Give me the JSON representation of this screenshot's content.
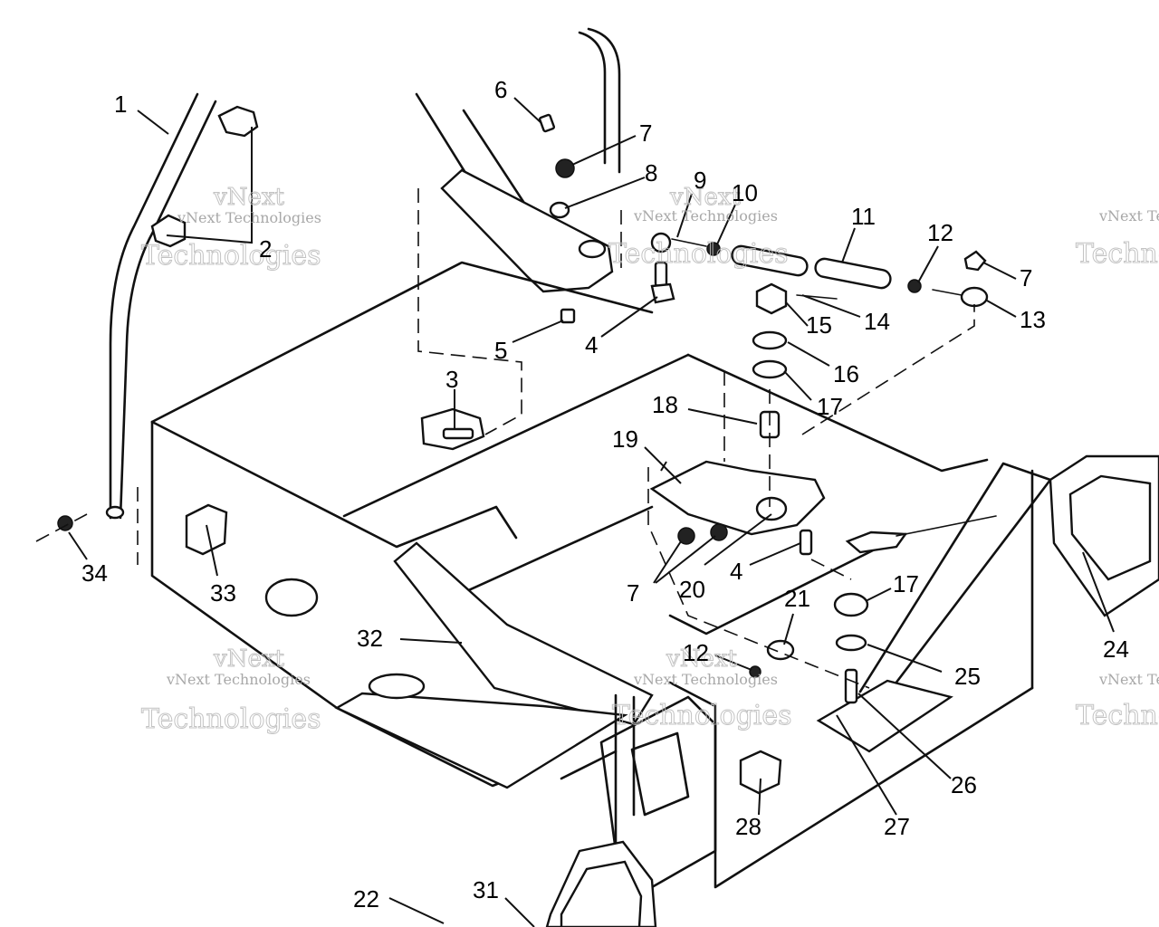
{
  "callouts": [
    {
      "id": "c1",
      "text": "1"
    },
    {
      "id": "c2",
      "text": "2"
    },
    {
      "id": "c3",
      "text": "3"
    },
    {
      "id": "c4a",
      "text": "4"
    },
    {
      "id": "c4b",
      "text": "4"
    },
    {
      "id": "c5",
      "text": "5"
    },
    {
      "id": "c6",
      "text": "6"
    },
    {
      "id": "c7a",
      "text": "7"
    },
    {
      "id": "c7b",
      "text": "7"
    },
    {
      "id": "c7c",
      "text": "7"
    },
    {
      "id": "c8",
      "text": "8"
    },
    {
      "id": "c9",
      "text": "9"
    },
    {
      "id": "c10",
      "text": "10"
    },
    {
      "id": "c11",
      "text": "11"
    },
    {
      "id": "c12a",
      "text": "12"
    },
    {
      "id": "c12b",
      "text": "12"
    },
    {
      "id": "c13",
      "text": "13"
    },
    {
      "id": "c14",
      "text": "14"
    },
    {
      "id": "c15",
      "text": "15"
    },
    {
      "id": "c16",
      "text": "16"
    },
    {
      "id": "c17a",
      "text": "17"
    },
    {
      "id": "c17b",
      "text": "17"
    },
    {
      "id": "c18",
      "text": "18"
    },
    {
      "id": "c19",
      "text": "19"
    },
    {
      "id": "c20",
      "text": "20"
    },
    {
      "id": "c21",
      "text": "21"
    },
    {
      "id": "c22",
      "text": "22"
    },
    {
      "id": "c24",
      "text": "24"
    },
    {
      "id": "c25",
      "text": "25"
    },
    {
      "id": "c26",
      "text": "26"
    },
    {
      "id": "c27",
      "text": "27"
    },
    {
      "id": "c28",
      "text": "28"
    },
    {
      "id": "c31",
      "text": "31"
    },
    {
      "id": "c32",
      "text": "32"
    },
    {
      "id": "c33",
      "text": "33"
    },
    {
      "id": "c34",
      "text": "34"
    }
  ],
  "watermark": {
    "line1": "vNext",
    "line2": "vNext Technologies",
    "line3": "Technologies"
  },
  "colors": {
    "ink": "#111111",
    "watermark": "#bdbdbd",
    "paper": "#ffffff"
  }
}
